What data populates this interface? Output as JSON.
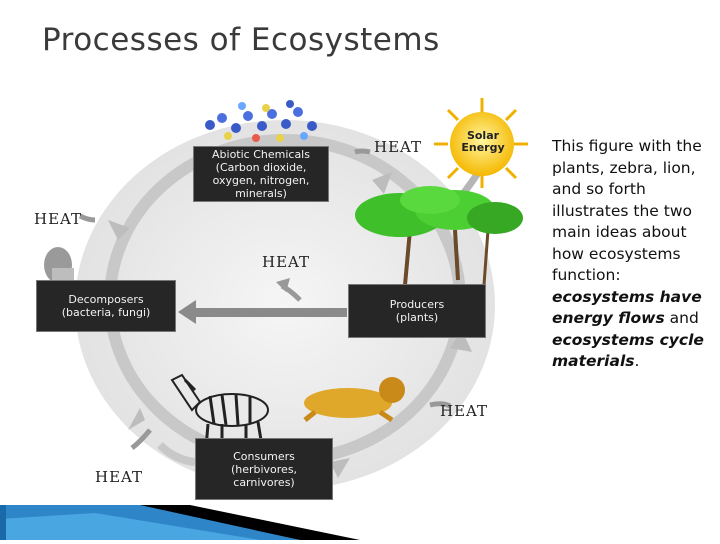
{
  "slide": {
    "title": "Processes of Ecosystems"
  },
  "diagram": {
    "boxes": {
      "abiotic": [
        "Abiotic Chemicals",
        "(Carbon dioxide,",
        "oxygen, nitrogen,",
        "minerals)"
      ],
      "decomposers": [
        "Decomposers",
        "(bacteria, fungi)"
      ],
      "producers": [
        "Producers",
        "(plants)"
      ],
      "consumers": [
        "Consumers",
        "(herbivores,",
        "carnivores)"
      ]
    },
    "heat_label": "HEAT",
    "solar": [
      "Solar",
      "Energy"
    ],
    "colors": {
      "box_fill": "#262626",
      "cycle_arrow": "#c8c8c8",
      "sun": "#ffcc00",
      "foliage": "#3fbf2a",
      "band_blue": "#2e86c9",
      "band_black": "#000000"
    }
  },
  "description": {
    "plain": "This figure with the plants, zebra, lion, and so forth illustrates the two main ideas about how ecosystems function: ",
    "em1": "ecosystems have energy flows",
    "mid": " and ",
    "em2": "ecosystems cycle materials",
    "end": "."
  }
}
